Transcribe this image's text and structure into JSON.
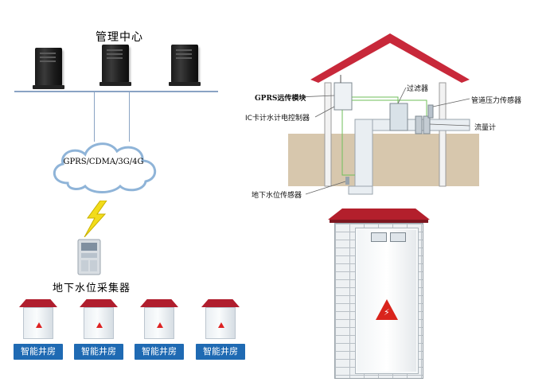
{
  "diagram": {
    "title": "管理中心",
    "network_label": "GPRS/CDMA/3G/4G",
    "collector_label": "地下水位采集器",
    "well_houses": [
      {
        "label": "智能井房"
      },
      {
        "label": "智能井房"
      },
      {
        "label": "智能井房"
      },
      {
        "label": "智能井房"
      }
    ],
    "cutaway_callouts": {
      "gprs_module": "GPRS远传模块",
      "ic_controller": "IC卡计水计电控制器",
      "filter": "过滤器",
      "pressure_sensor": "管道压力传感器",
      "flow_meter": "流量计",
      "water_level_sensor": "地下水位传感器"
    },
    "colors": {
      "roof_red": "#c8283a",
      "label_blue": "#1f6ab3",
      "bus_blue": "#8aa3c4",
      "ground_tan": "#d7c7ad",
      "warning_red": "#d9241c"
    },
    "icons": [
      "server-icon",
      "cloud-icon",
      "lightning-icon",
      "collector-device-icon",
      "well-house-icon",
      "warning-sign-icon"
    ]
  }
}
